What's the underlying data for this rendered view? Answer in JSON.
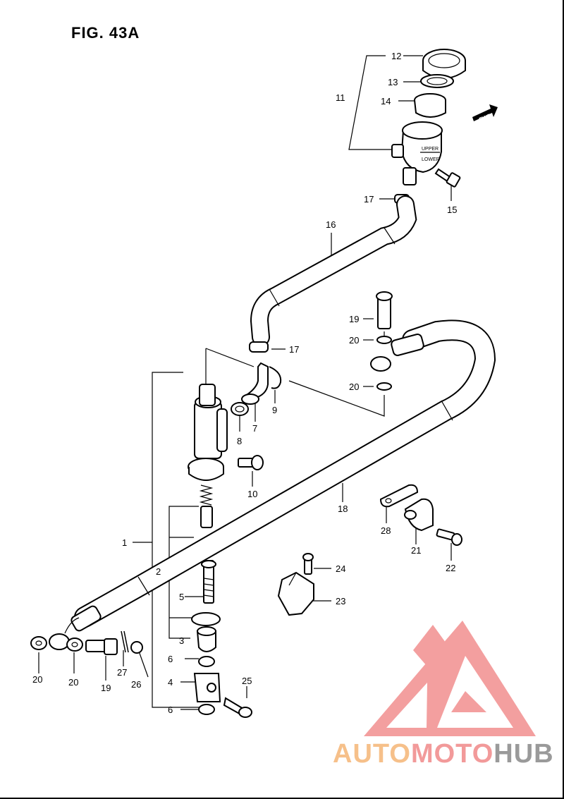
{
  "figure": {
    "title": "FIG. 43A"
  },
  "fwd_tag": "FWD",
  "reservoir_marks": {
    "upper": "UPPER",
    "lower": "LOWER"
  },
  "callouts": [
    {
      "id": "c12",
      "text": "12"
    },
    {
      "id": "c13",
      "text": "13"
    },
    {
      "id": "c14",
      "text": "14"
    },
    {
      "id": "c11",
      "text": "11"
    },
    {
      "id": "c15",
      "text": "15"
    },
    {
      "id": "c17a",
      "text": "17"
    },
    {
      "id": "c16",
      "text": "16"
    },
    {
      "id": "c17b",
      "text": "17"
    },
    {
      "id": "c19a",
      "text": "19"
    },
    {
      "id": "c20a",
      "text": "20"
    },
    {
      "id": "c20b",
      "text": "20"
    },
    {
      "id": "c9",
      "text": "9"
    },
    {
      "id": "c8",
      "text": "8"
    },
    {
      "id": "c7",
      "text": "7"
    },
    {
      "id": "c10",
      "text": "10"
    },
    {
      "id": "c18",
      "text": "18"
    },
    {
      "id": "c28",
      "text": "28"
    },
    {
      "id": "c21",
      "text": "21"
    },
    {
      "id": "c22",
      "text": "22"
    },
    {
      "id": "c24",
      "text": "24"
    },
    {
      "id": "c23",
      "text": "23"
    },
    {
      "id": "c1",
      "text": "1"
    },
    {
      "id": "c2",
      "text": "2"
    },
    {
      "id": "c5",
      "text": "5"
    },
    {
      "id": "c3",
      "text": "3"
    },
    {
      "id": "c6a",
      "text": "6"
    },
    {
      "id": "c4",
      "text": "4"
    },
    {
      "id": "c6b",
      "text": "6"
    },
    {
      "id": "c25",
      "text": "25"
    },
    {
      "id": "c20c",
      "text": "20"
    },
    {
      "id": "c20d",
      "text": "20"
    },
    {
      "id": "c19b",
      "text": "19"
    },
    {
      "id": "c27",
      "text": "27"
    },
    {
      "id": "c26",
      "text": "26"
    }
  ],
  "watermark": {
    "part1": "AUTO",
    "part2": "MOTO",
    "part3": "HUB",
    "color_auto": "#f6c08a",
    "color_moto": "#f29a9a",
    "color_hub": "#9a9a9a",
    "color_logo": "#f08080"
  }
}
